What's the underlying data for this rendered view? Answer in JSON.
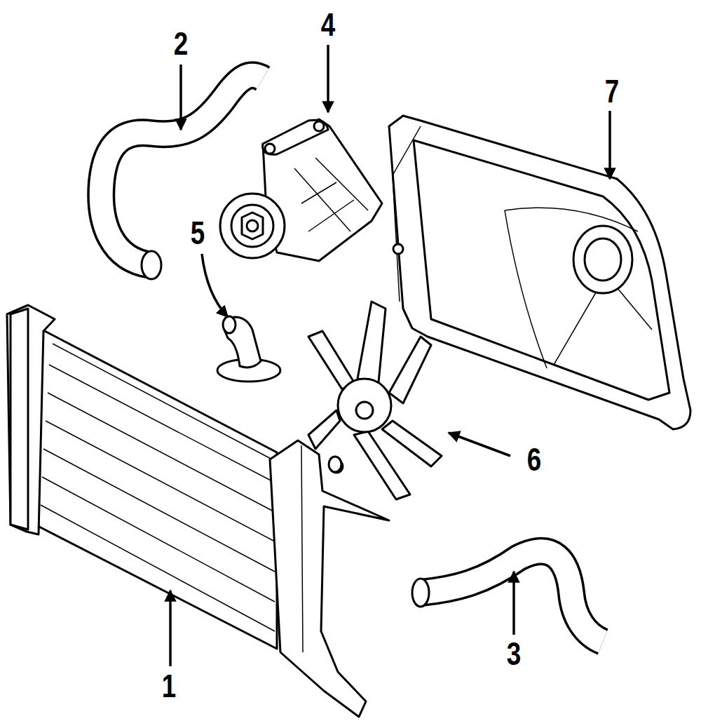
{
  "diagram": {
    "labels": [
      "2",
      "4",
      "7",
      "5",
      "6",
      "1",
      "3"
    ]
  }
}
